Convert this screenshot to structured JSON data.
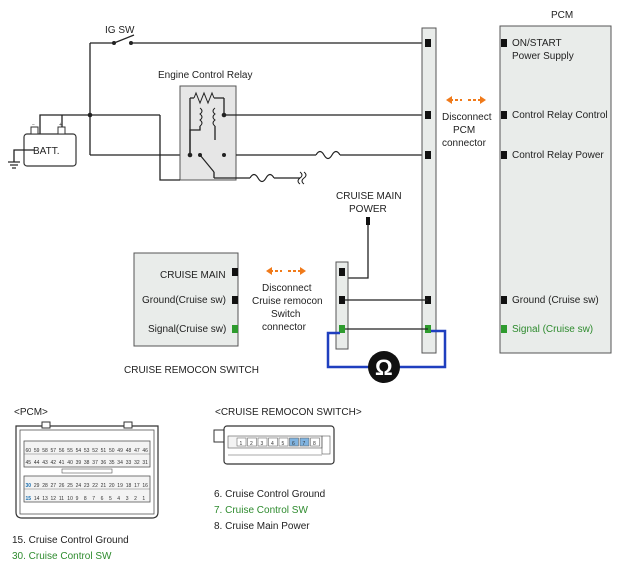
{
  "labels": {
    "ig_sw": "IG SW",
    "relay": "Engine Control Relay",
    "batt": "BATT.",
    "pcm_title": "PCM",
    "pcm_pin1_line1": "ON/START",
    "pcm_pin1_line2": "Power Supply",
    "pcm_pin2": "Control Relay Control",
    "pcm_pin3": "Control Relay Power",
    "pcm_pin4": "Ground (Cruise sw)",
    "pcm_pin5": "Signal (Cruise sw)",
    "disc_pcm_1": "Disconnect",
    "disc_pcm_2": "PCM",
    "disc_pcm_3": "connector",
    "cmp_1": "CRUISE MAIN",
    "cmp_2": "POWER",
    "crs_pin1": "CRUISE MAIN",
    "crs_pin2": "Ground(Cruise sw)",
    "crs_pin3": "Signal(Cruise sw)",
    "crs_name": "CRUISE REMOCON SWITCH",
    "disc_crs_1": "Disconnect",
    "disc_crs_2": "Cruise remocon",
    "disc_crs_3": "Switch",
    "disc_crs_4": "connector",
    "ohm": "Ω",
    "pcm_conn_title": "<PCM>",
    "crs_conn_title": "<CRUISE REMOCON SWITCH>",
    "crs_leg1": "6. Cruise Control Ground",
    "crs_leg2": "7. Cruise Control SW",
    "crs_leg3": "8. Cruise Main Power",
    "pcm_leg1": "15. Cruise Control Ground",
    "pcm_leg2": "30. Cruise Control SW"
  },
  "pcm_connector": {
    "row1": [
      "60",
      "59",
      "58",
      "57",
      "56",
      "55",
      "54",
      "53",
      "52",
      "51",
      "50",
      "49",
      "48",
      "47",
      "46"
    ],
    "row2": [
      "45",
      "44",
      "43",
      "42",
      "41",
      "40",
      "39",
      "38",
      "37",
      "36",
      "35",
      "34",
      "33",
      "32",
      "31"
    ],
    "row4": [
      "30",
      "29",
      "28",
      "27",
      "26",
      "25",
      "24",
      "23",
      "22",
      "21",
      "20",
      "19",
      "18",
      "17",
      "16"
    ],
    "row5": [
      "15",
      "14",
      "13",
      "12",
      "11",
      "10",
      "9",
      "8",
      "7",
      "6",
      "5",
      "4",
      "3",
      "2",
      "1"
    ]
  },
  "crs_connector": {
    "pins": [
      "1",
      "2",
      "3",
      "4",
      "5",
      "6",
      "7",
      "8"
    ]
  },
  "colors": {
    "signal_green": "#2e8b2e",
    "probe_blue": "#1f3fbf",
    "arrow_orange": "#f07a1a"
  }
}
